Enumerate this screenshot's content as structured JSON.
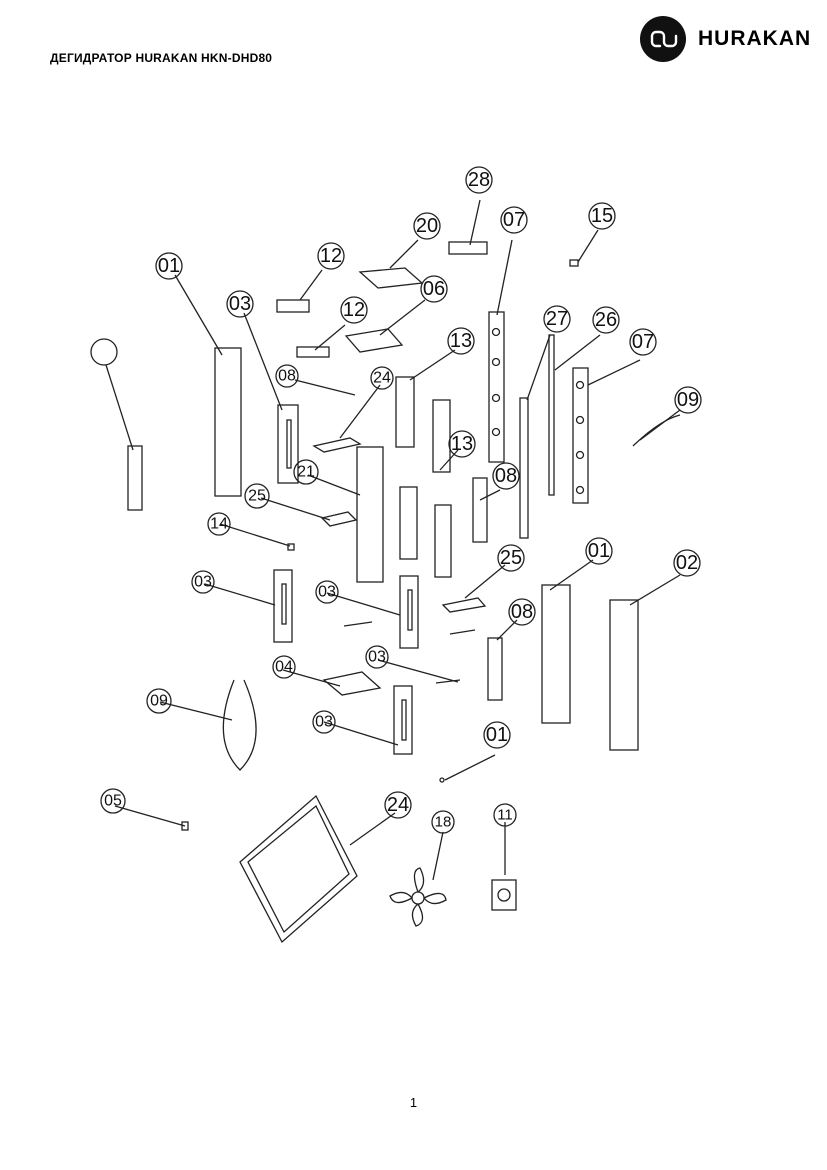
{
  "header": {
    "title": "ДЕГИДРАТОР HURAKAN HKN-DHD80",
    "brand_name": "HURAKAN",
    "brand_icon": "hurakan-logo-icon"
  },
  "diagram": {
    "callouts": [
      "28",
      "07",
      "15",
      "20",
      "12",
      "06",
      "12",
      "27",
      "26",
      "07",
      "01",
      "03",
      "08",
      "13",
      "09",
      "24",
      "21",
      "13",
      "08",
      "25",
      "14",
      "25",
      "01",
      "02",
      "03",
      "03",
      "08",
      "03",
      "04",
      "09",
      "03",
      "01",
      "05",
      "24",
      "18",
      "11"
    ]
  },
  "footer": {
    "page_number": "1"
  }
}
